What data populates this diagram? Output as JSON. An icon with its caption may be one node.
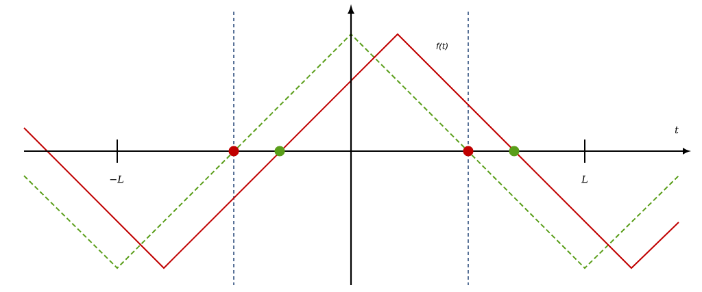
{
  "diagram": {
    "labels": [
      "f(t)",
      "t",
      "−L",
      "L"
    ]
  }
}
